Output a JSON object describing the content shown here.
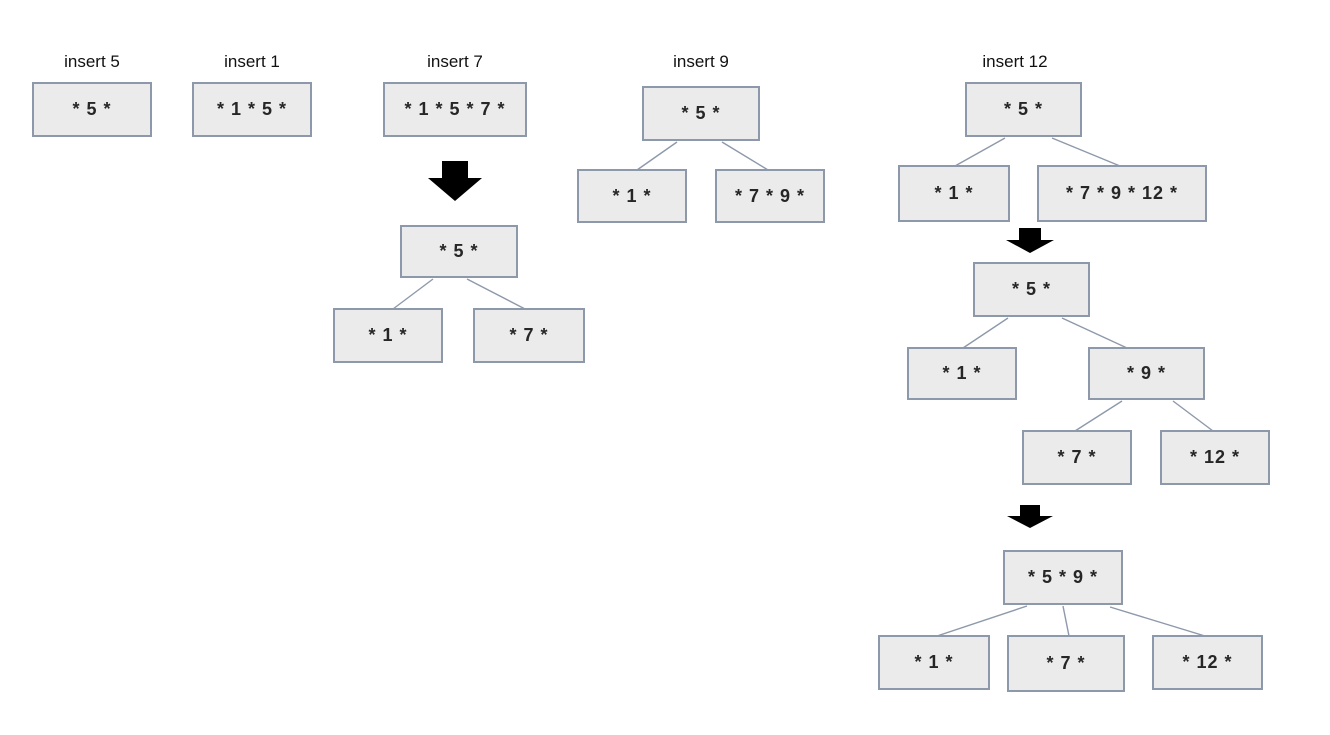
{
  "colors": {
    "background": "#ffffff",
    "box_fill": "#ebebeb",
    "box_border": "#8d99aa",
    "line": "#8d99aa",
    "arrow": "#000000",
    "text": "#262626"
  },
  "steps": [
    {
      "label": "insert 5",
      "nodes": {
        "root": "* 5 *"
      }
    },
    {
      "label": "insert 1",
      "nodes": {
        "root": "* 1 * 5 *"
      }
    },
    {
      "label": "insert 7",
      "nodes": {
        "overflow": "* 1 * 5 * 7 *",
        "root": "* 5 *",
        "left": "* 1 *",
        "right": "* 7 *"
      }
    },
    {
      "label": "insert 9",
      "nodes": {
        "root": "* 5 *",
        "left": "* 1 *",
        "right": "* 7 * 9 *"
      }
    },
    {
      "label": "insert 12",
      "trees": [
        {
          "root": "* 5 *",
          "left": "* 1 *",
          "right": "* 7 * 9 * 12 *"
        },
        {
          "root": "* 5 *",
          "left": "* 1 *",
          "right": "* 9 *",
          "right_left": "* 7 *",
          "right_right": "* 12 *"
        },
        {
          "root": "* 5 * 9 *",
          "child1": "* 1 *",
          "child2": "* 7 *",
          "child3": "* 12 *"
        }
      ]
    }
  ]
}
